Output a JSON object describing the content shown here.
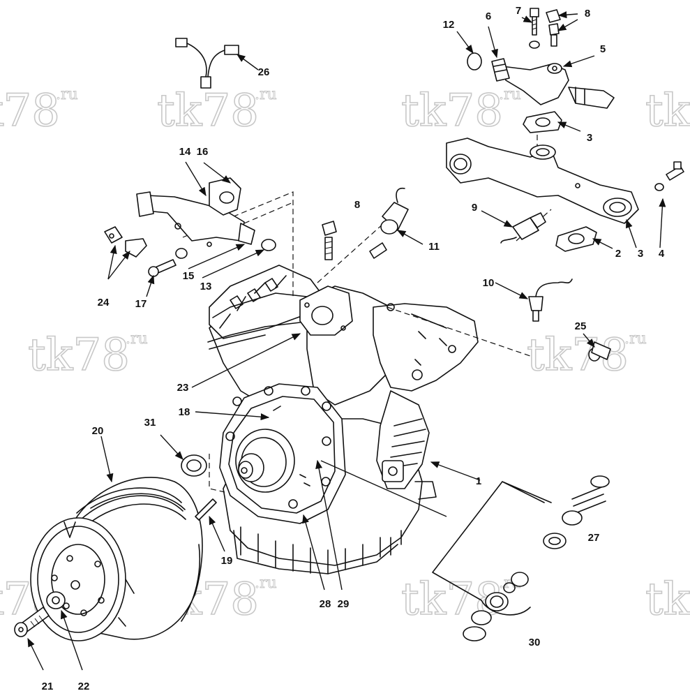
{
  "watermark": {
    "main": "tk78",
    "suffix": ".ru"
  },
  "callouts": [
    "1",
    "2",
    "3",
    "3",
    "4",
    "5",
    "6",
    "7",
    "8",
    "8",
    "9",
    "10",
    "11",
    "12",
    "13",
    "14",
    "15",
    "16",
    "17",
    "18",
    "19",
    "20",
    "21",
    "22",
    "23",
    "24",
    "25",
    "26",
    "27",
    "28",
    "29",
    "30",
    "31"
  ],
  "colors": {
    "line": "#111111",
    "watermark": "#c8c8c8",
    "background": "#ffffff"
  }
}
